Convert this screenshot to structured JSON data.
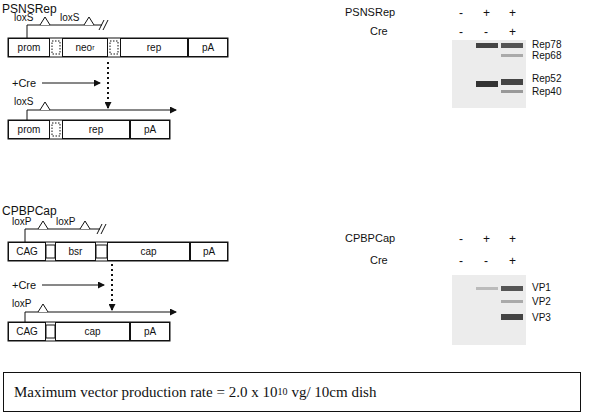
{
  "diagram": {
    "nodes": [
      {
        "text": [
          "prom"
        ]
      },
      {
        "text": [
          "neo",
          "r"
        ]
      },
      {
        "text": [
          "rep"
        ]
      },
      {
        "text": [
          "pA"
        ]
      },
      {
        "text": [
          "prom"
        ]
      },
      {
        "text": [
          "rep"
        ]
      },
      {
        "text": [
          "pA"
        ]
      },
      {
        "text": [
          "CAG"
        ]
      },
      {
        "text": [
          "bsr"
        ]
      },
      {
        "text": [
          "cap"
        ]
      },
      {
        "text": [
          "pA"
        ]
      },
      {
        "text": [
          "CAG"
        ]
      },
      {
        "text": [
          "cap"
        ]
      },
      {
        "text": [
          "pA"
        ]
      },
      {
        "text": [
          "Maximum vector production rate = 2.0 x 10",
          "10",
          "vg/ 10cm dish"
        ]
      }
    ],
    "labels": [
      "PSNSRep",
      "loxS",
      "loxS",
      "+Cre",
      "loxS",
      "PSNSRep",
      "-",
      "+",
      "+",
      "Cre",
      "-",
      "-",
      "+",
      "Rep78",
      "Rep68",
      "Rep52",
      "Rep40",
      "CPBPCap",
      "loxP",
      "loxP",
      "+Cre",
      "loxP",
      "CPBPCap",
      "-",
      "+",
      "+",
      "Cre",
      "-",
      "-",
      "+",
      "VP1",
      "VP2",
      "VP3"
    ]
  }
}
